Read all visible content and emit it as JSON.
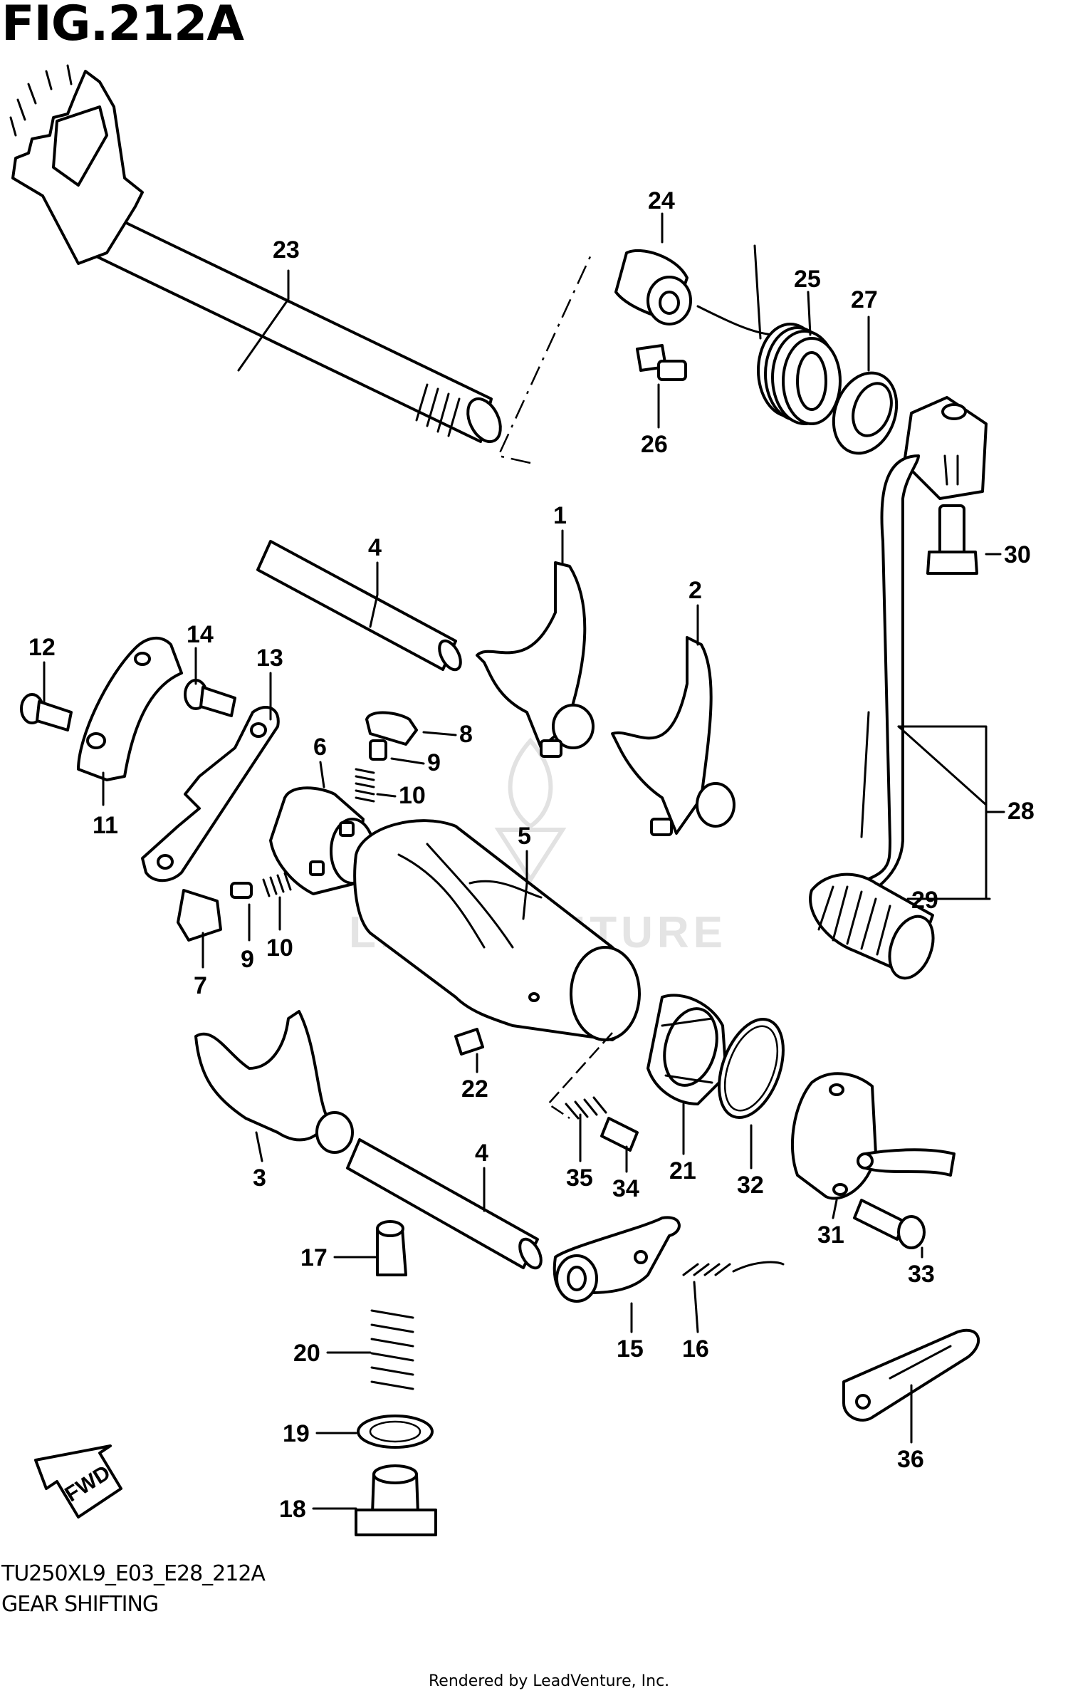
{
  "figure": {
    "title": "FIG.212A",
    "code": "TU250XL9_E03_E28_212A",
    "name": "GEAR SHIFTING",
    "credit": "Rendered by LeadVenture, Inc.",
    "watermark": "LEADVENTURE",
    "fwd_label": "FWD"
  },
  "callouts": {
    "c1": "1",
    "c2": "2",
    "c3": "3",
    "c4a": "4",
    "c4b": "4",
    "c5": "5",
    "c6": "6",
    "c7": "7",
    "c8": "8",
    "c9a": "9",
    "c9b": "9",
    "c10a": "10",
    "c10b": "10",
    "c11": "11",
    "c12": "12",
    "c13": "13",
    "c14": "14",
    "c15": "15",
    "c16": "16",
    "c17": "17",
    "c18": "18",
    "c19": "19",
    "c20": "20",
    "c21": "21",
    "c22": "22",
    "c23": "23",
    "c24": "24",
    "c25": "25",
    "c26": "26",
    "c27": "27",
    "c28": "28",
    "c29": "29",
    "c30": "30",
    "c31": "31",
    "c32": "32",
    "c33": "33",
    "c34": "34",
    "c35": "35",
    "c36": "36"
  }
}
